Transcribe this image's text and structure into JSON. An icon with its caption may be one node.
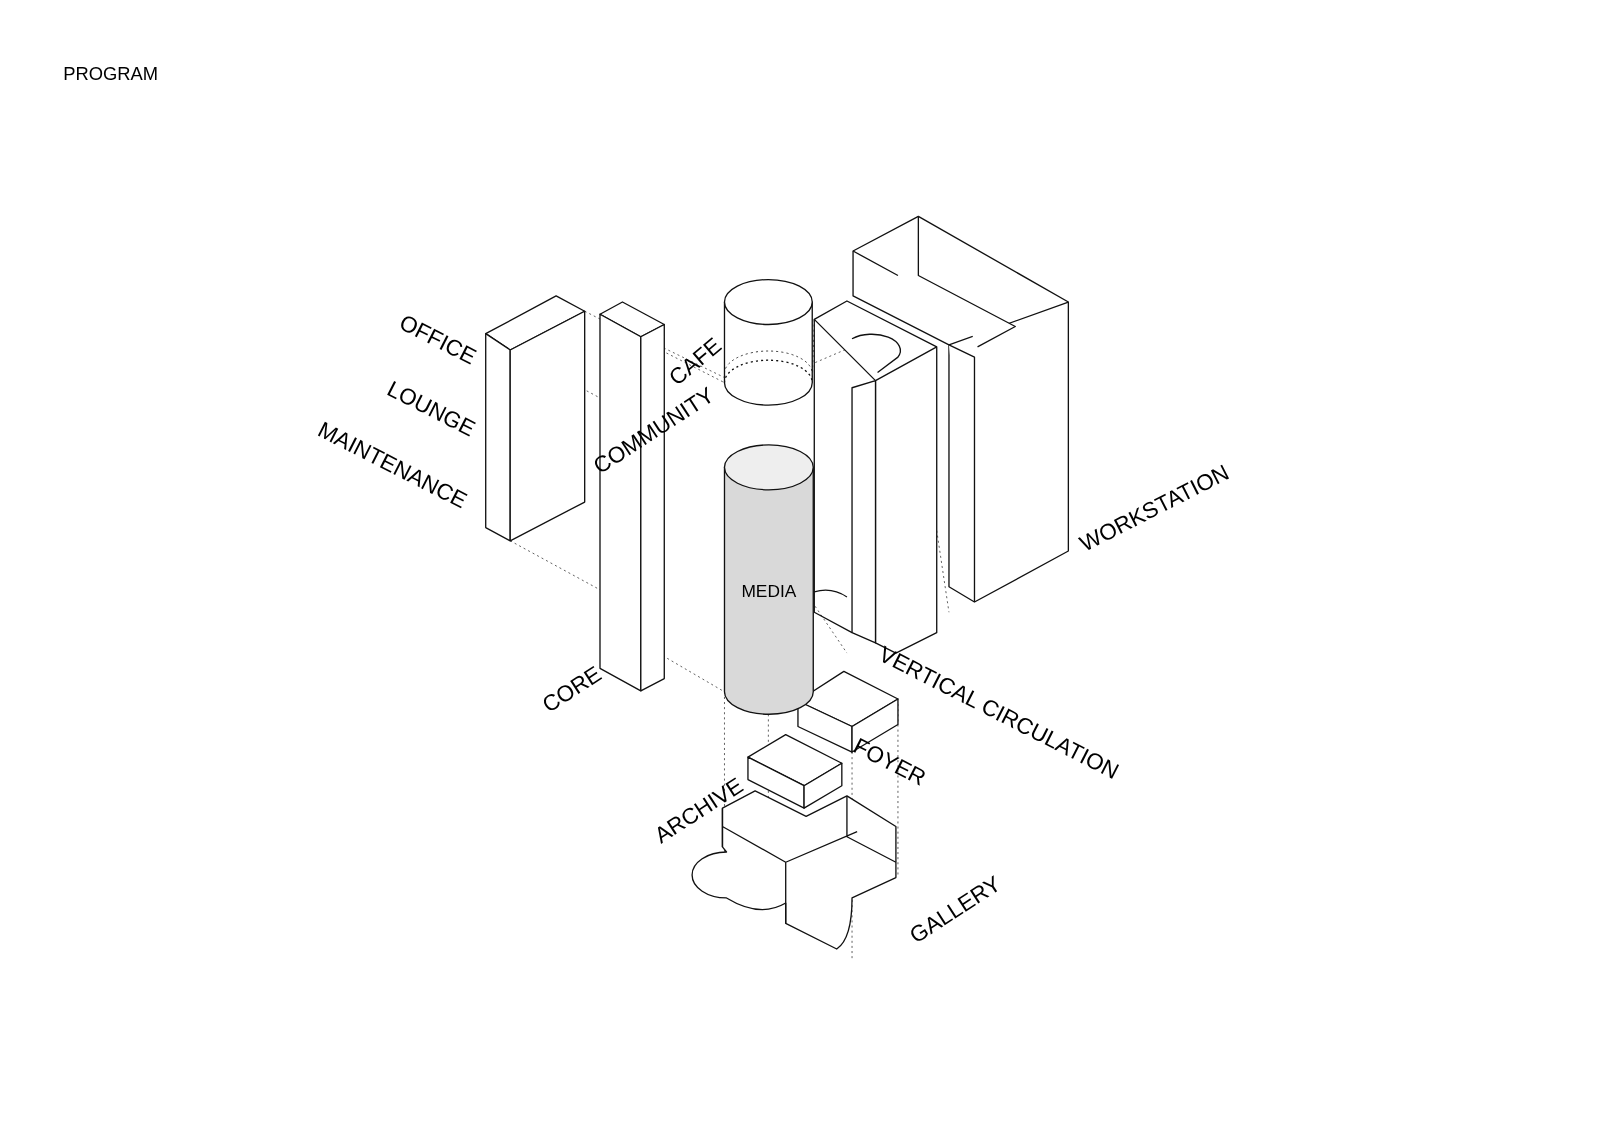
{
  "diagram": {
    "title": "PROGRAM",
    "nodes": [
      {
        "text": [
          "MEDIA"
        ]
      }
    ],
    "labels": [
      "OFFICE",
      "LOUNGE",
      "MAINTENANCE",
      "CAFE",
      "COMMUNITY",
      "WORKSTATION",
      "CORE",
      "VERTICAL CIRCULATION",
      "FOYER",
      "ARCHIVE",
      "GALLERY"
    ]
  }
}
